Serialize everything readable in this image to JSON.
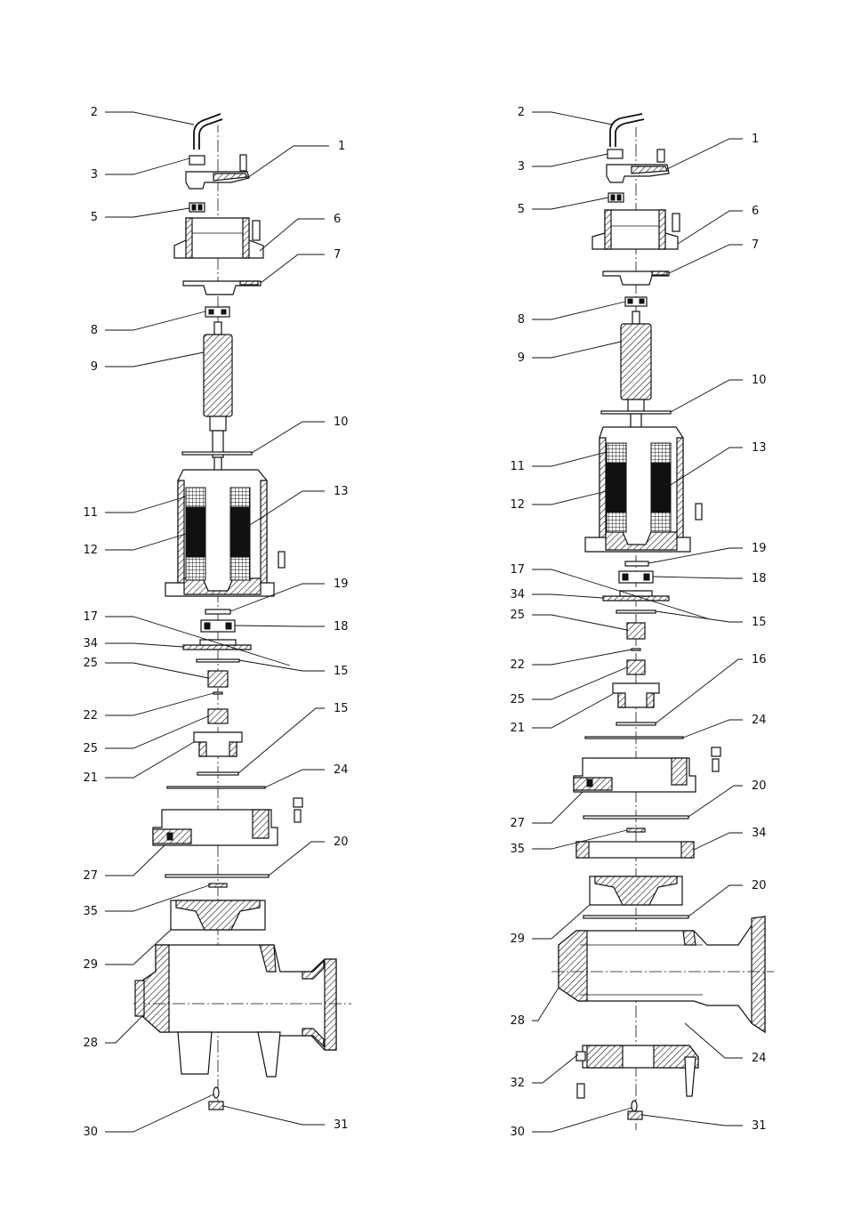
{
  "drawings": [
    {
      "id": "left",
      "callouts": [
        {
          "n": "1"
        },
        {
          "n": "2"
        },
        {
          "n": "3"
        },
        {
          "n": "5"
        },
        {
          "n": "6"
        },
        {
          "n": "7"
        },
        {
          "n": "8"
        },
        {
          "n": "9"
        },
        {
          "n": "10"
        },
        {
          "n": "11"
        },
        {
          "n": "12"
        },
        {
          "n": "13"
        },
        {
          "n": "19"
        },
        {
          "n": "18"
        },
        {
          "n": "17"
        },
        {
          "n": "34"
        },
        {
          "n": "15"
        },
        {
          "n": "25"
        },
        {
          "n": "22"
        },
        {
          "n": "25"
        },
        {
          "n": "15"
        },
        {
          "n": "21"
        },
        {
          "n": "24"
        },
        {
          "n": "27"
        },
        {
          "n": "20"
        },
        {
          "n": "35"
        },
        {
          "n": "29"
        },
        {
          "n": "28"
        },
        {
          "n": "30"
        },
        {
          "n": "31"
        }
      ]
    },
    {
      "id": "right",
      "callouts": [
        {
          "n": "2"
        },
        {
          "n": "1"
        },
        {
          "n": "3"
        },
        {
          "n": "5"
        },
        {
          "n": "6"
        },
        {
          "n": "7"
        },
        {
          "n": "8"
        },
        {
          "n": "9"
        },
        {
          "n": "10"
        },
        {
          "n": "13"
        },
        {
          "n": "11"
        },
        {
          "n": "12"
        },
        {
          "n": "19"
        },
        {
          "n": "17"
        },
        {
          "n": "18"
        },
        {
          "n": "34"
        },
        {
          "n": "15"
        },
        {
          "n": "25"
        },
        {
          "n": "22"
        },
        {
          "n": "16"
        },
        {
          "n": "25"
        },
        {
          "n": "21"
        },
        {
          "n": "24"
        },
        {
          "n": "20"
        },
        {
          "n": "27"
        },
        {
          "n": "34"
        },
        {
          "n": "35"
        },
        {
          "n": "20"
        },
        {
          "n": "29"
        },
        {
          "n": "28"
        },
        {
          "n": "24"
        },
        {
          "n": "32"
        },
        {
          "n": "30"
        },
        {
          "n": "31"
        }
      ]
    }
  ]
}
